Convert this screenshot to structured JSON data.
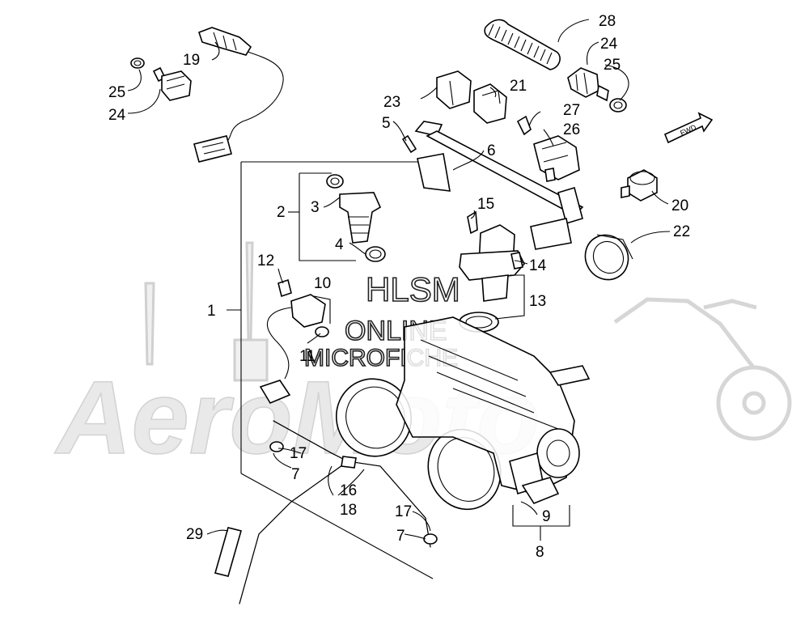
{
  "watermark": {
    "line1": "HLSM",
    "line2": "ONLINE",
    "line3": "MICROFICHE",
    "brand": "AeroMoto"
  },
  "direction_marker": "FWD",
  "callouts": [
    "1",
    "2",
    "3",
    "4",
    "5",
    "6",
    "7",
    "7",
    "8",
    "9",
    "10",
    "11",
    "12",
    "13",
    "14",
    "15",
    "16",
    "17",
    "17",
    "18",
    "19",
    "20",
    "21",
    "22",
    "23",
    "24",
    "24",
    "25",
    "25",
    "26",
    "27",
    "28",
    "29"
  ]
}
